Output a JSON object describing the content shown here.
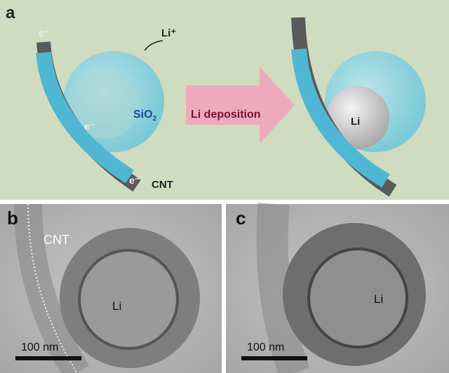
{
  "panel_a": {
    "letter": "a",
    "electron": "e⁻",
    "li_ion": "Li⁺",
    "sio2_main": "SiO",
    "sio2_sub": "2",
    "cnt": "CNT",
    "arrow_label": "Li deposition",
    "li_core": "Li"
  },
  "panel_b": {
    "letter": "b",
    "cnt": "CNT",
    "li": "Li",
    "scale": "100 nm"
  },
  "panel_c": {
    "letter": "c",
    "li": "Li",
    "scale": "100 nm"
  },
  "colors": {
    "panel_bg": "#cfdcbf",
    "tube": "#4fb7d3",
    "sphere": "#8fd3e4",
    "arrow": "#eeaabd",
    "tem_bg": "#b4b4b4"
  }
}
